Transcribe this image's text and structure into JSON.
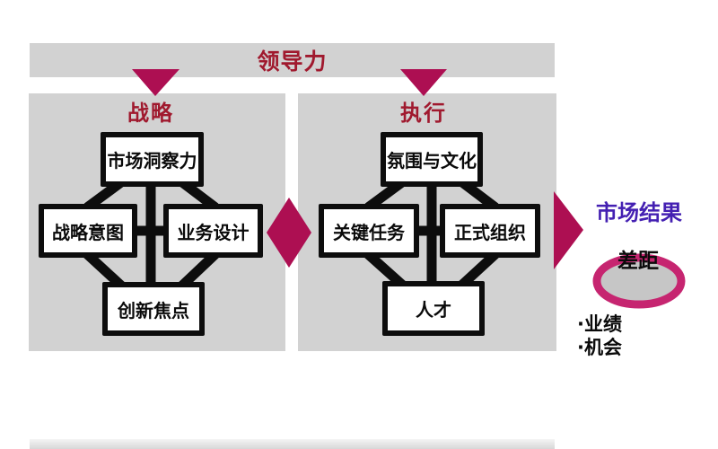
{
  "banner": {
    "label": "领导力"
  },
  "panels": {
    "strategy": {
      "title": "战略",
      "boxes": [
        {
          "label": "市场洞察力"
        },
        {
          "label": "战略意图"
        },
        {
          "label": "业务设计"
        },
        {
          "label": "创新焦点"
        }
      ]
    },
    "execution": {
      "title": "执行",
      "boxes": [
        {
          "label": "氛围与文化"
        },
        {
          "label": "关键任务"
        },
        {
          "label": "正式组织"
        },
        {
          "label": "人才"
        }
      ]
    }
  },
  "results": {
    "title": "市场结果",
    "gap_label": "差距",
    "bullets": [
      "·业绩",
      "·机会"
    ]
  },
  "icons": {
    "down_triangles": "down-triangle-icon",
    "diamond": "diamond-connector-icon",
    "right_arrow": "right-arrow-icon",
    "gap_ellipse": "gap-ellipse"
  },
  "colors": {
    "panel_gray": "#d2d2d2",
    "title_dark_red": "#a0192e",
    "shape_crimson": "#ad0f52",
    "ellipse_pink": "#c62570",
    "ellipse_fill_gray": "#c6c6c6",
    "results_purple": "#4420b2",
    "box_border_black": "#0d0d0d"
  }
}
